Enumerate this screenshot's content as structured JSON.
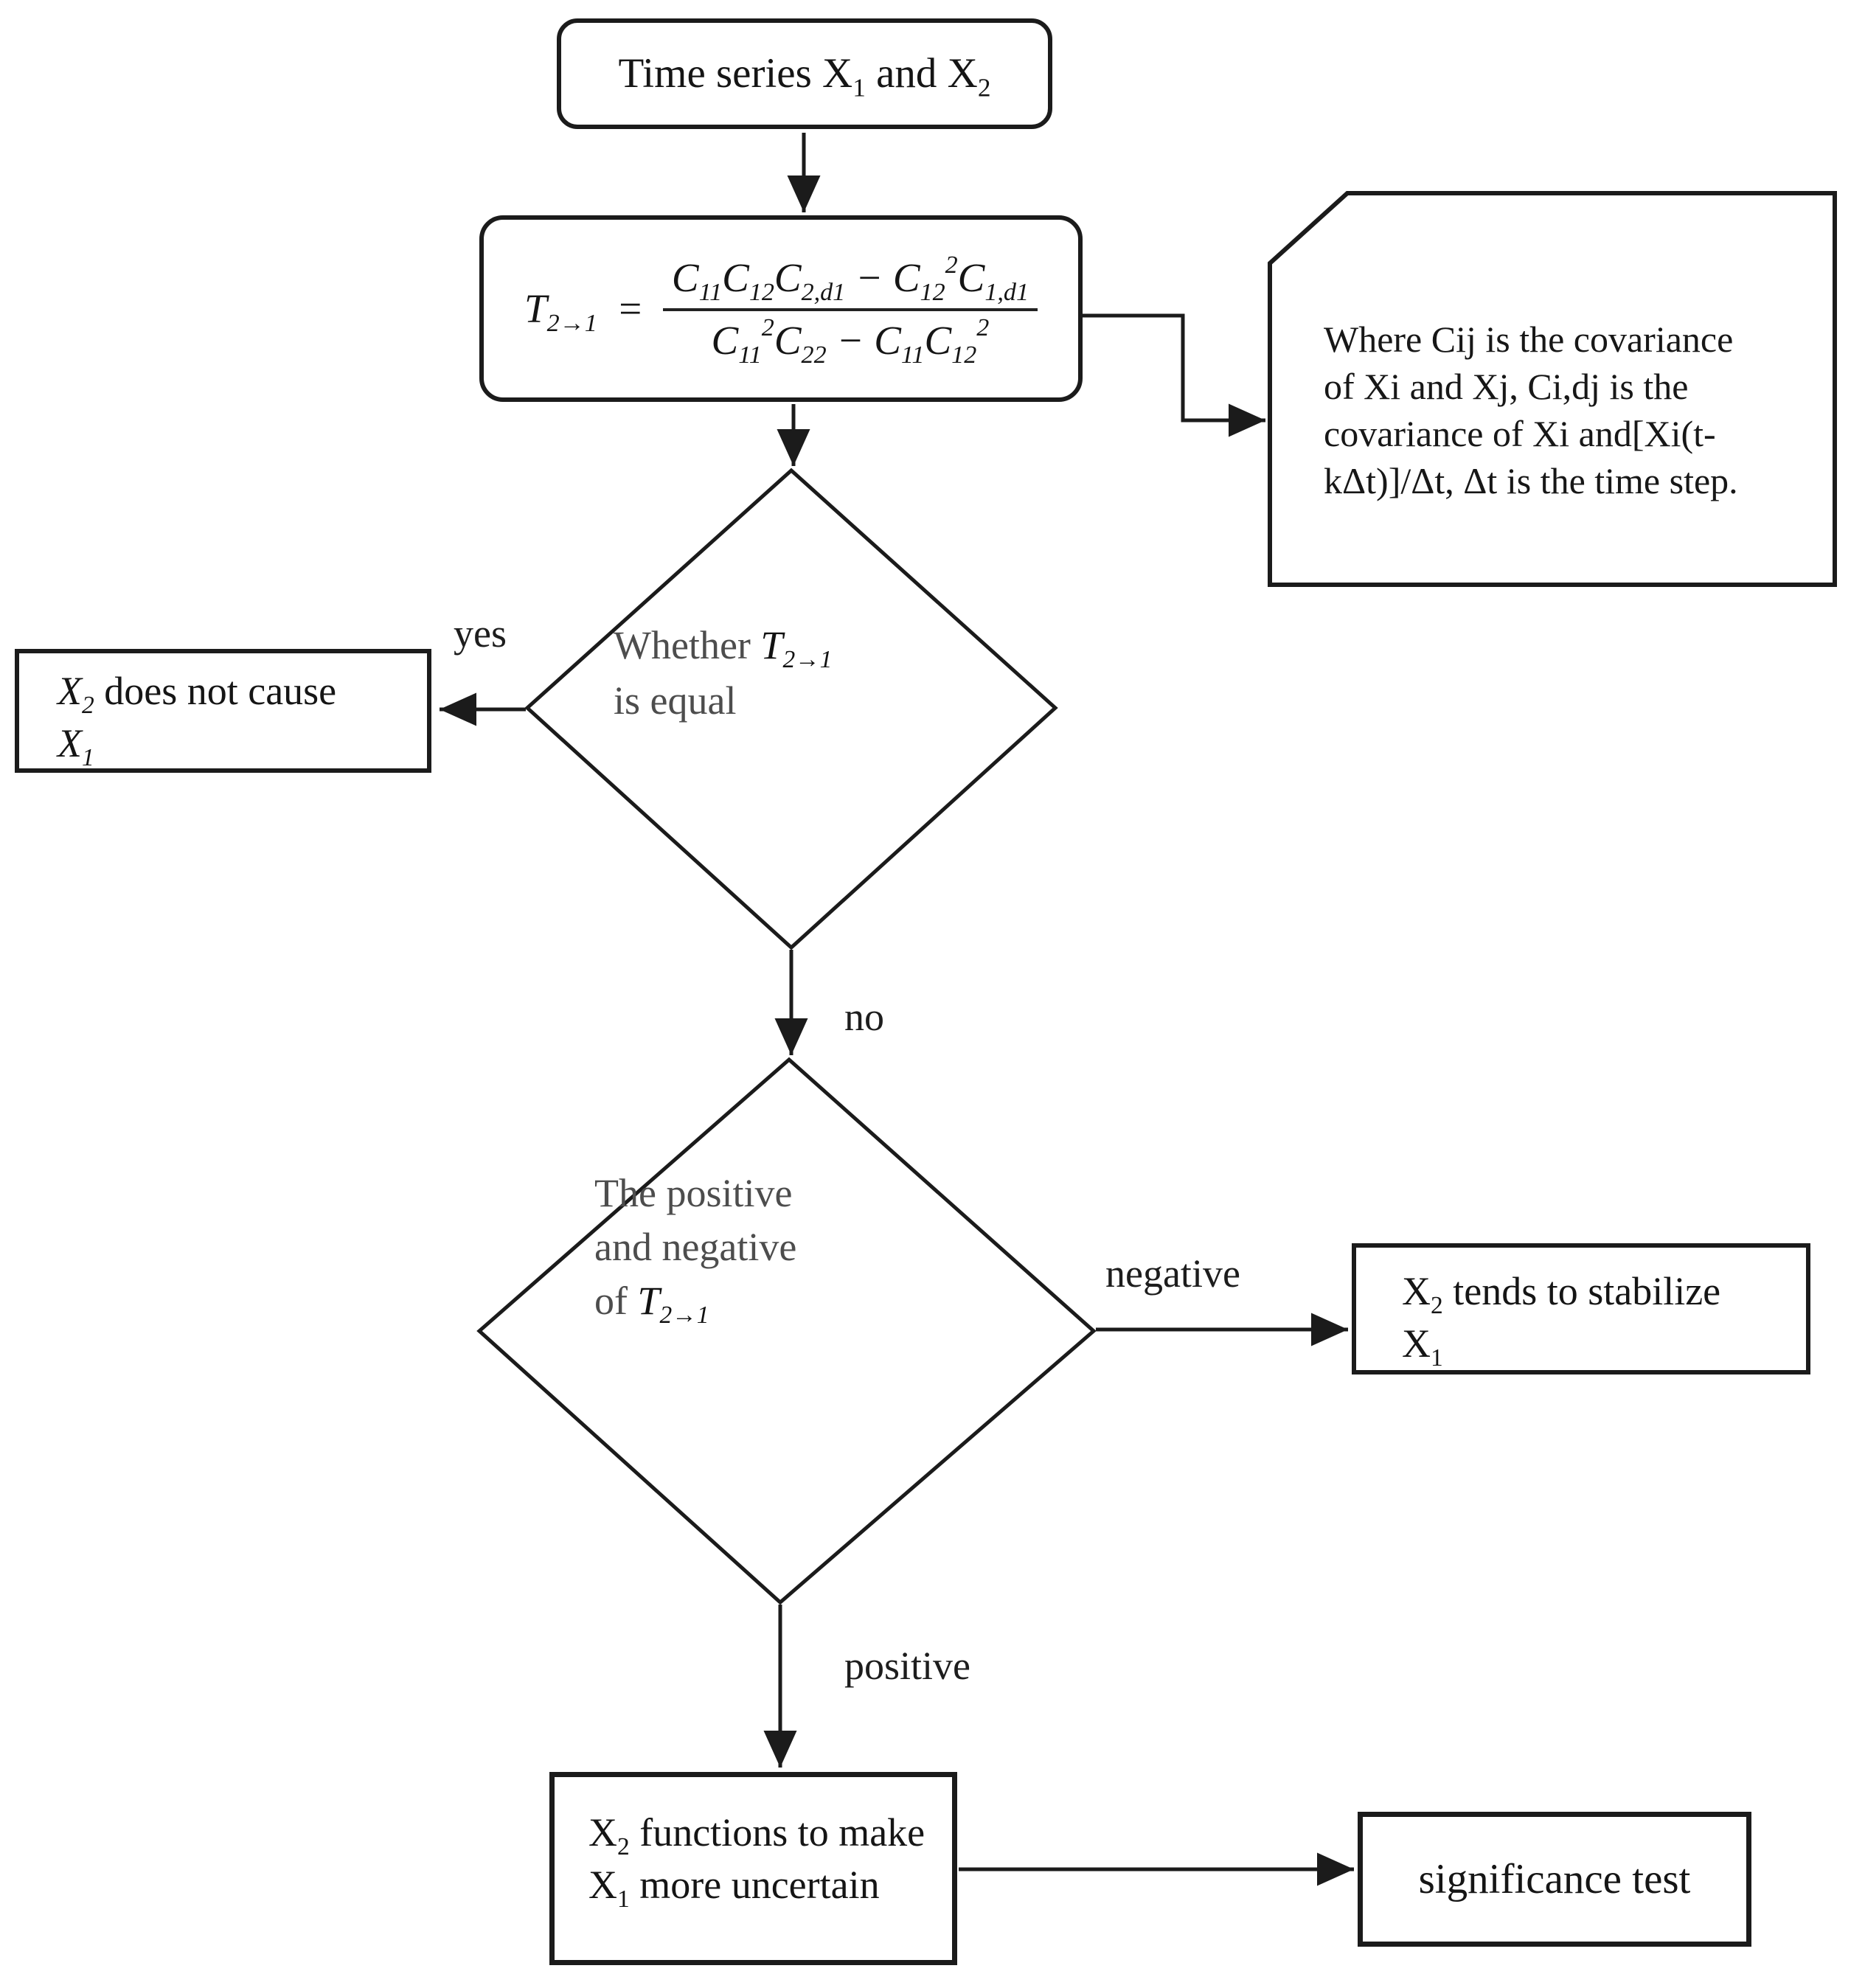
{
  "colors": {
    "background": "#ffffff",
    "line": "#1b1b1b",
    "text": "#151515",
    "diamond_text": "#4d4d4d"
  },
  "nodes": {
    "start": {
      "line1": [
        {
          "b": "Time series X",
          "s": "1"
        },
        {
          "b": " and X",
          "s": "2"
        }
      ]
    },
    "formula": {
      "lhs": [
        {
          "b": "T",
          "s": "2→1",
          "i": true
        }
      ],
      "equals": "=",
      "numerator": [
        {
          "b": "C",
          "s": "11",
          "i": true
        },
        {
          "b": "C",
          "s": "12",
          "i": true
        },
        {
          "b": "C",
          "s": "2,d1",
          "i": true
        },
        {
          "b": " − "
        },
        {
          "b": "C",
          "s": "12",
          "p": "2",
          "i": true
        },
        {
          "b": "C",
          "s": "1,d1",
          "i": true
        }
      ],
      "denominator": [
        {
          "b": "C",
          "s": "11",
          "p": "2",
          "i": true
        },
        {
          "b": "C",
          "s": "22",
          "i": true
        },
        {
          "b": " − "
        },
        {
          "b": "C",
          "s": "11",
          "i": true
        },
        {
          "b": "C",
          "s": "12",
          "p": "2",
          "i": true
        }
      ]
    },
    "note": {
      "text": "Where Cij is the covariance\nof Xi and Xj, Ci,dj is the\ncovariance of Xi and[Xi(t-\nkΔt)]/Δt, Δt is the time step."
    },
    "decision1": {
      "line1": [
        {
          "b": "Whether "
        },
        {
          "b": "T",
          "s": "2→1",
          "i": true,
          "c": "#111111"
        }
      ],
      "line2": [
        {
          "b": "is equal"
        }
      ]
    },
    "decision2": {
      "line1": [
        {
          "b": "The positive"
        }
      ],
      "line2": [
        {
          "b": "and negative"
        }
      ],
      "line3": [
        {
          "b": "of "
        },
        {
          "b": "T",
          "s": "2→1",
          "i": true,
          "c": "#111111"
        }
      ]
    },
    "no_cause": {
      "line1": [
        {
          "b": "X",
          "s": "2",
          "i": true
        },
        {
          "b": " does not cause"
        }
      ],
      "line2": [
        {
          "b": "X",
          "s": "1",
          "i": true
        }
      ]
    },
    "stabilize": {
      "line1": [
        {
          "b": "X",
          "s": "2"
        },
        {
          "b": " tends to stabilize"
        }
      ],
      "line2": [
        {
          "b": "X",
          "s": "1"
        }
      ]
    },
    "uncertain": {
      "line1": [
        {
          "b": "X",
          "s": "2"
        },
        {
          "b": " functions to make"
        }
      ],
      "line2": [
        {
          "b": "X",
          "s": "1"
        },
        {
          "b": " more uncertain"
        }
      ]
    },
    "significance": {
      "label": "significance test"
    }
  },
  "labels": {
    "yes": "yes",
    "no": "no",
    "negative": "negative",
    "positive": "positive"
  }
}
